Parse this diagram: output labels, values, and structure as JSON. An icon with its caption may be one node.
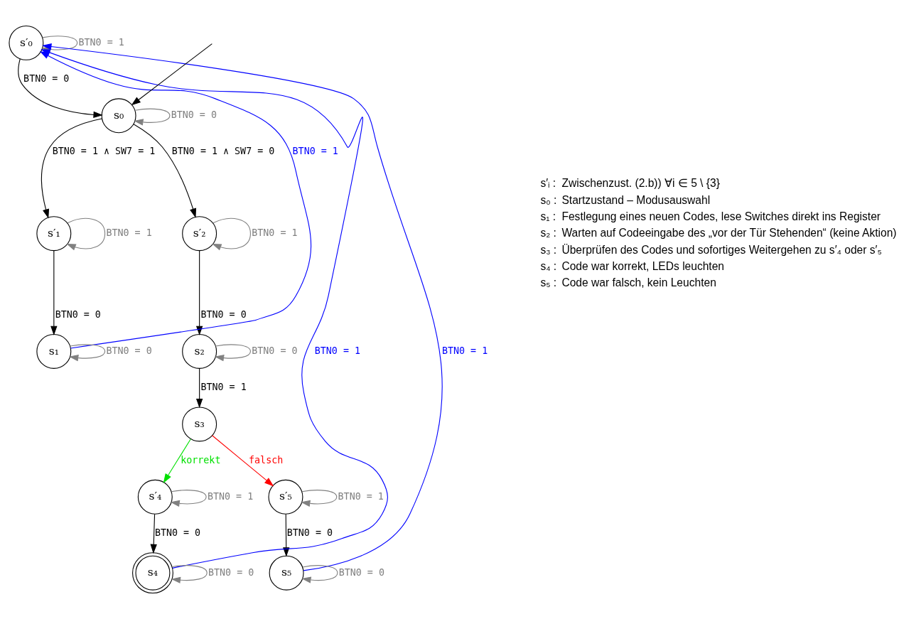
{
  "diagram": {
    "nodes": [
      {
        "text": [
          "s′₀"
        ]
      },
      {
        "text": [
          "s₀"
        ]
      },
      {
        "text": [
          "s′₁"
        ]
      },
      {
        "text": [
          "s′₂"
        ]
      },
      {
        "text": [
          "s₁"
        ]
      },
      {
        "text": [
          "s₂"
        ]
      },
      {
        "text": [
          "s₃"
        ]
      },
      {
        "text": [
          "s′₄"
        ]
      },
      {
        "text": [
          "s′₅"
        ]
      },
      {
        "text": [
          "s₄"
        ]
      },
      {
        "text": [
          "s₅"
        ]
      }
    ],
    "edges": [
      {
        "from": 0,
        "to": 0,
        "arrow": "to",
        "label": "BTN0 = 1",
        "color": "#808080"
      },
      {
        "from": null,
        "to": 1,
        "arrow": "to",
        "color": "#000000"
      },
      {
        "from": 0,
        "to": 1,
        "arrow": "to",
        "label": "BTN0 = 0",
        "color": "#000000"
      },
      {
        "from": 1,
        "to": 1,
        "arrow": "to",
        "label": "BTN0 = 0",
        "color": "#808080"
      },
      {
        "from": 1,
        "to": 2,
        "arrow": "to",
        "label": "BTN0 = 1 ∧ SW7 = 1",
        "color": "#000000"
      },
      {
        "from": 1,
        "to": 3,
        "arrow": "to",
        "label": "BTN0 = 1 ∧ SW7 = 0",
        "color": "#000000"
      },
      {
        "from": 2,
        "to": 2,
        "arrow": "to",
        "label": "BTN0 = 1",
        "color": "#808080"
      },
      {
        "from": 3,
        "to": 3,
        "arrow": "to",
        "label": "BTN0 = 1",
        "color": "#808080"
      },
      {
        "from": 2,
        "to": 4,
        "arrow": "to",
        "label": "BTN0 = 0",
        "color": "#000000"
      },
      {
        "from": 3,
        "to": 5,
        "arrow": "to",
        "label": "BTN0 = 0",
        "color": "#000000"
      },
      {
        "from": 4,
        "to": 4,
        "arrow": "to",
        "label": "BTN0 = 0",
        "color": "#808080"
      },
      {
        "from": 5,
        "to": 5,
        "arrow": "to",
        "label": "BTN0 = 0",
        "color": "#808080"
      },
      {
        "from": 4,
        "to": 0,
        "arrow": "to",
        "label": "BTN0 = 1",
        "color": "#0000ff"
      },
      {
        "from": 5,
        "to": 6,
        "arrow": "to",
        "label": "BTN0 = 1",
        "color": "#000000"
      },
      {
        "from": 6,
        "to": 7,
        "arrow": "to",
        "label": "korrekt",
        "color": "#00e000"
      },
      {
        "from": 6,
        "to": 8,
        "arrow": "to",
        "label": "falsch",
        "color": "#ff0000"
      },
      {
        "from": 7,
        "to": 7,
        "arrow": "to",
        "label": "BTN0 = 1",
        "color": "#808080"
      },
      {
        "from": 8,
        "to": 8,
        "arrow": "to",
        "label": "BTN0 = 1",
        "color": "#808080"
      },
      {
        "from": 7,
        "to": 9,
        "arrow": "to",
        "label": "BTN0 = 0",
        "color": "#000000"
      },
      {
        "from": 8,
        "to": 10,
        "arrow": "to",
        "label": "BTN0 = 0",
        "color": "#000000"
      },
      {
        "from": 9,
        "to": 9,
        "arrow": "to",
        "label": "BTN0 = 0",
        "color": "#808080"
      },
      {
        "from": 10,
        "to": 10,
        "arrow": "to",
        "label": "BTN0 = 0",
        "color": "#808080"
      },
      {
        "from": 9,
        "to": 0,
        "arrow": "to",
        "label": "BTN0 = 1",
        "color": "#0000ff"
      },
      {
        "from": 10,
        "to": 0,
        "arrow": "to",
        "label": "BTN0 = 1",
        "color": "#0000ff"
      }
    ],
    "labels": [
      "s′ᵢ :",
      "Zwischenzust. (2.b)) ∀i ∈ 5 \\ {3}",
      "s₀ :",
      "Startzustand – Modusauswahl",
      "s₁ :",
      "Festlegung eines neuen Codes, lese Switches direkt ins Register",
      "s₂ :",
      "Warten auf Codeeingabe des „vor der Tür Stehenden“ (keine Aktion)",
      "s₃ :",
      "Überprüfen des Codes und sofortiges Weitergehen zu s′₄ oder s′₅",
      "s₄ :",
      "Code war korrekt, LEDs leuchten",
      "s₅ :",
      "Code war falsch, kein Leuchten"
    ]
  }
}
